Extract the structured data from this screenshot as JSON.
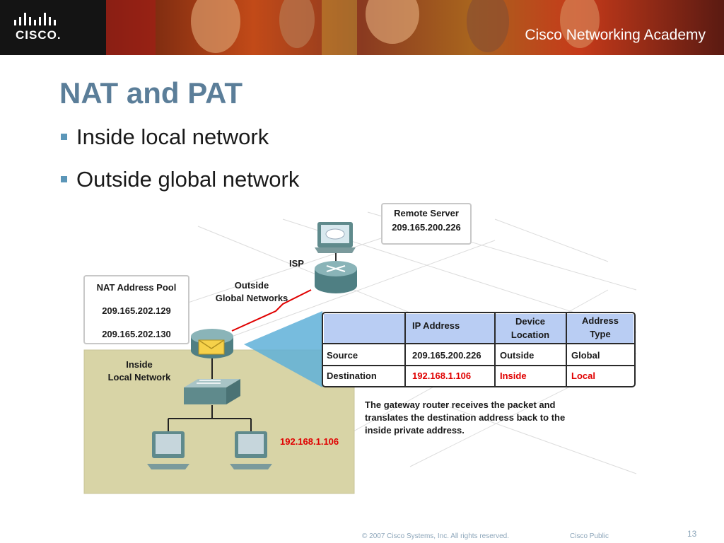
{
  "header": {
    "logo_text": "CISCO.",
    "academy_name": "Cisco Networking Academy"
  },
  "slide": {
    "title": "NAT and PAT",
    "bullets": [
      "Inside local network",
      "Outside global network"
    ]
  },
  "diagram": {
    "remote_server_label": "Remote Server",
    "remote_server_ip": "209.165.200.226",
    "isp_label": "ISP",
    "outside_label_line1": "Outside",
    "outside_label_line2": "Global Networks",
    "pool_title": "NAT Address Pool",
    "pool_ip_1": "209.165.202.129",
    "pool_ip_2": "209.165.202.130",
    "inside_label_line1": "Inside",
    "inside_label_line2": "Local Network",
    "host_ip": "192.168.1.106",
    "table": {
      "headers": {
        "ip": "IP Address",
        "device_line1": "Device",
        "device_line2": "Location",
        "type_line1": "Address",
        "type_line2": "Type"
      },
      "source": {
        "label": "Source",
        "ip": "209.165.200.226",
        "location": "Outside",
        "type": "Global"
      },
      "destination": {
        "label": "Destination",
        "ip": "192.168.1.106",
        "location": "Inside",
        "type": "Local"
      }
    },
    "caption_line1": "The gateway router receives the packet and",
    "caption_line2": "translates the destination address back to the",
    "caption_line3": "inside private address.",
    "colors": {
      "highlight_red": "#e00000",
      "header_blue": "#b9cdf3",
      "inside_area": "#d8d4a6",
      "title_blue": "#5b7e99"
    }
  },
  "footer": {
    "copyright": "© 2007 Cisco Systems, Inc. All rights reserved.",
    "classification": "Cisco Public",
    "page_number": "13"
  }
}
